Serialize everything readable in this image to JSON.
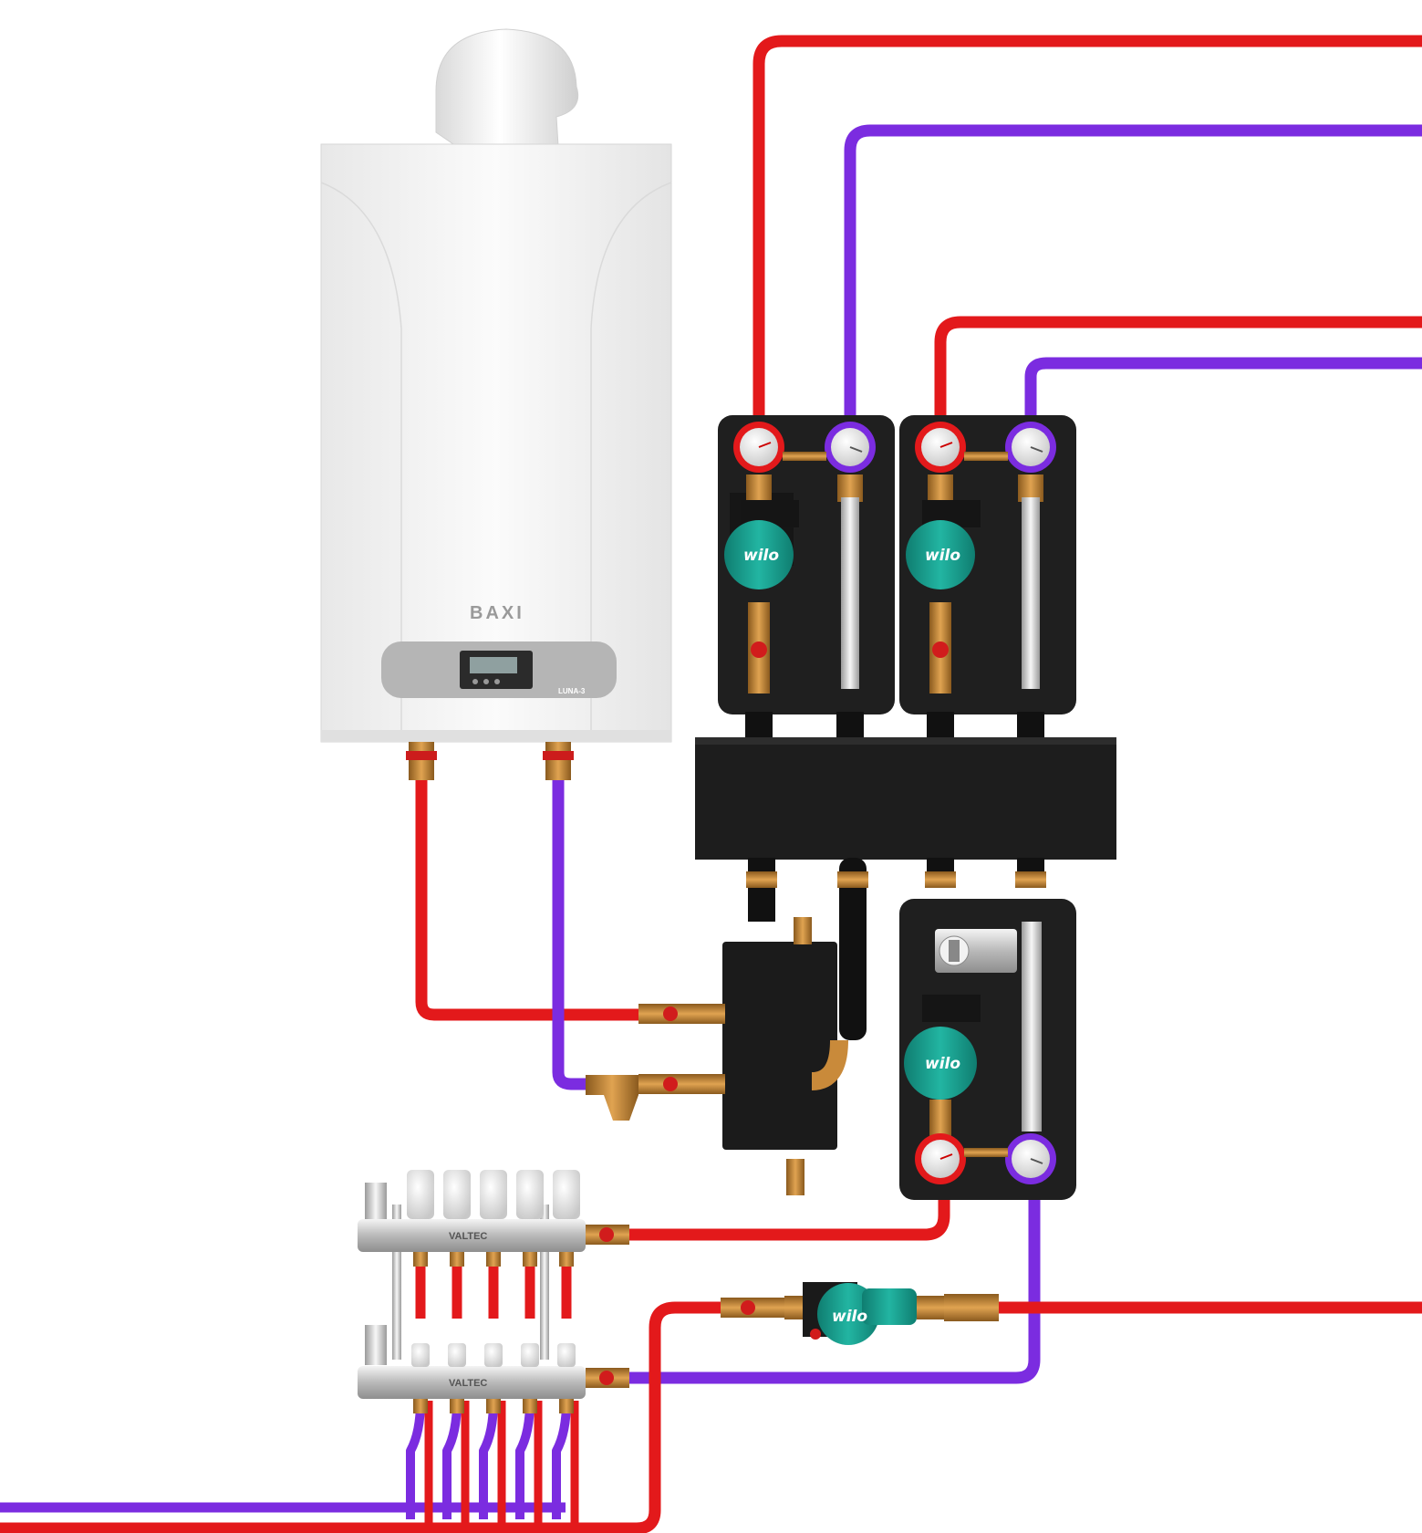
{
  "boiler": {
    "brand": "BAXI",
    "model": "LUNA-3"
  },
  "pump_brand": "wilo",
  "manifold_brand": "VALTEC",
  "colors": {
    "supply": "#e3191b",
    "return": "#7b2ce0",
    "brass": "#c98a3a",
    "insulation": "#222222",
    "pump": "#1aa392"
  },
  "icons": [
    "gas-boiler-icon",
    "pump-icon",
    "pressure-gauge-icon",
    "hydraulic-separator-icon",
    "manifold-icon",
    "mixing-valve-icon",
    "ball-valve-icon",
    "strainer-icon"
  ]
}
